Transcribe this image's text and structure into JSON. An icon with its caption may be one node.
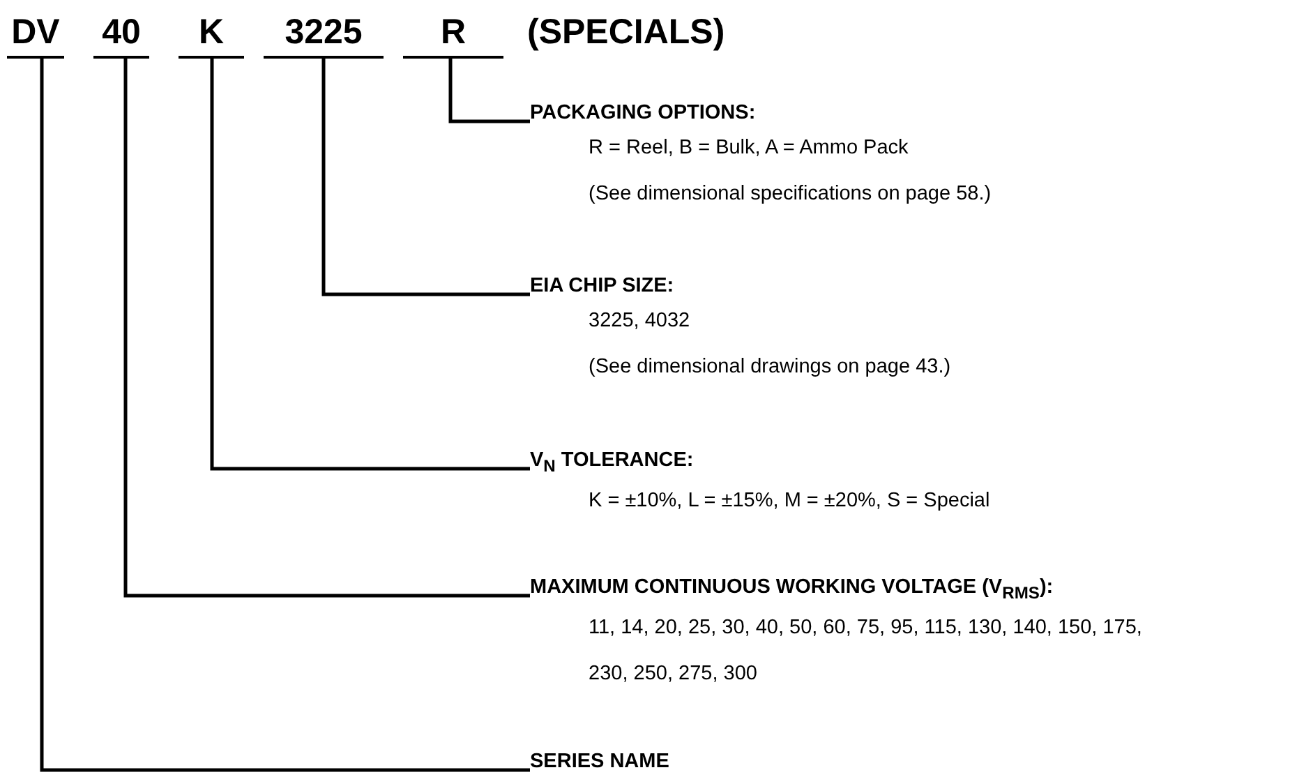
{
  "diagram": {
    "nodes": [
      {
        "text": [
          "DV"
        ]
      },
      {
        "text": [
          "40"
        ]
      },
      {
        "text": [
          "K"
        ]
      },
      {
        "text": [
          "3225"
        ]
      },
      {
        "text": [
          "R"
        ]
      },
      {
        "text": [
          "PACKAGING OPTIONS:",
          "R = Reel, B = Bulk, A = Ammo Pack",
          "(See dimensional specifications on page 58.)"
        ]
      },
      {
        "text": [
          "EIA CHIP SIZE:",
          "3225, 4032",
          "(See dimensional drawings on page 43.)"
        ]
      },
      {
        "text": [
          "V$_{N}$ TOLERANCE:",
          "K = ±10%, L = ±15%, M = ±20%, S = Special"
        ]
      },
      {
        "text": [
          "MAXIMUM CONTINUOUS WORKING VOLTAGE (V$_{RMS}$):",
          "11, 14, 20, 25, 30, 40, 50, 60, 75, 95, 115, 130, 140, 150, 175, 230, 250, 275, 300"
        ]
      },
      {
        "text": [
          "SERIES NAME"
        ]
      }
    ],
    "edges": [
      {
        "from": 4,
        "to": 5,
        "arrow": "none"
      },
      {
        "from": 3,
        "to": 6,
        "arrow": "none"
      },
      {
        "from": 2,
        "to": 7,
        "arrow": "none"
      },
      {
        "from": 1,
        "to": 8,
        "arrow": "none"
      },
      {
        "from": 0,
        "to": 9,
        "arrow": "none"
      }
    ],
    "labels": [
      "(SPECIALS)"
    ]
  }
}
